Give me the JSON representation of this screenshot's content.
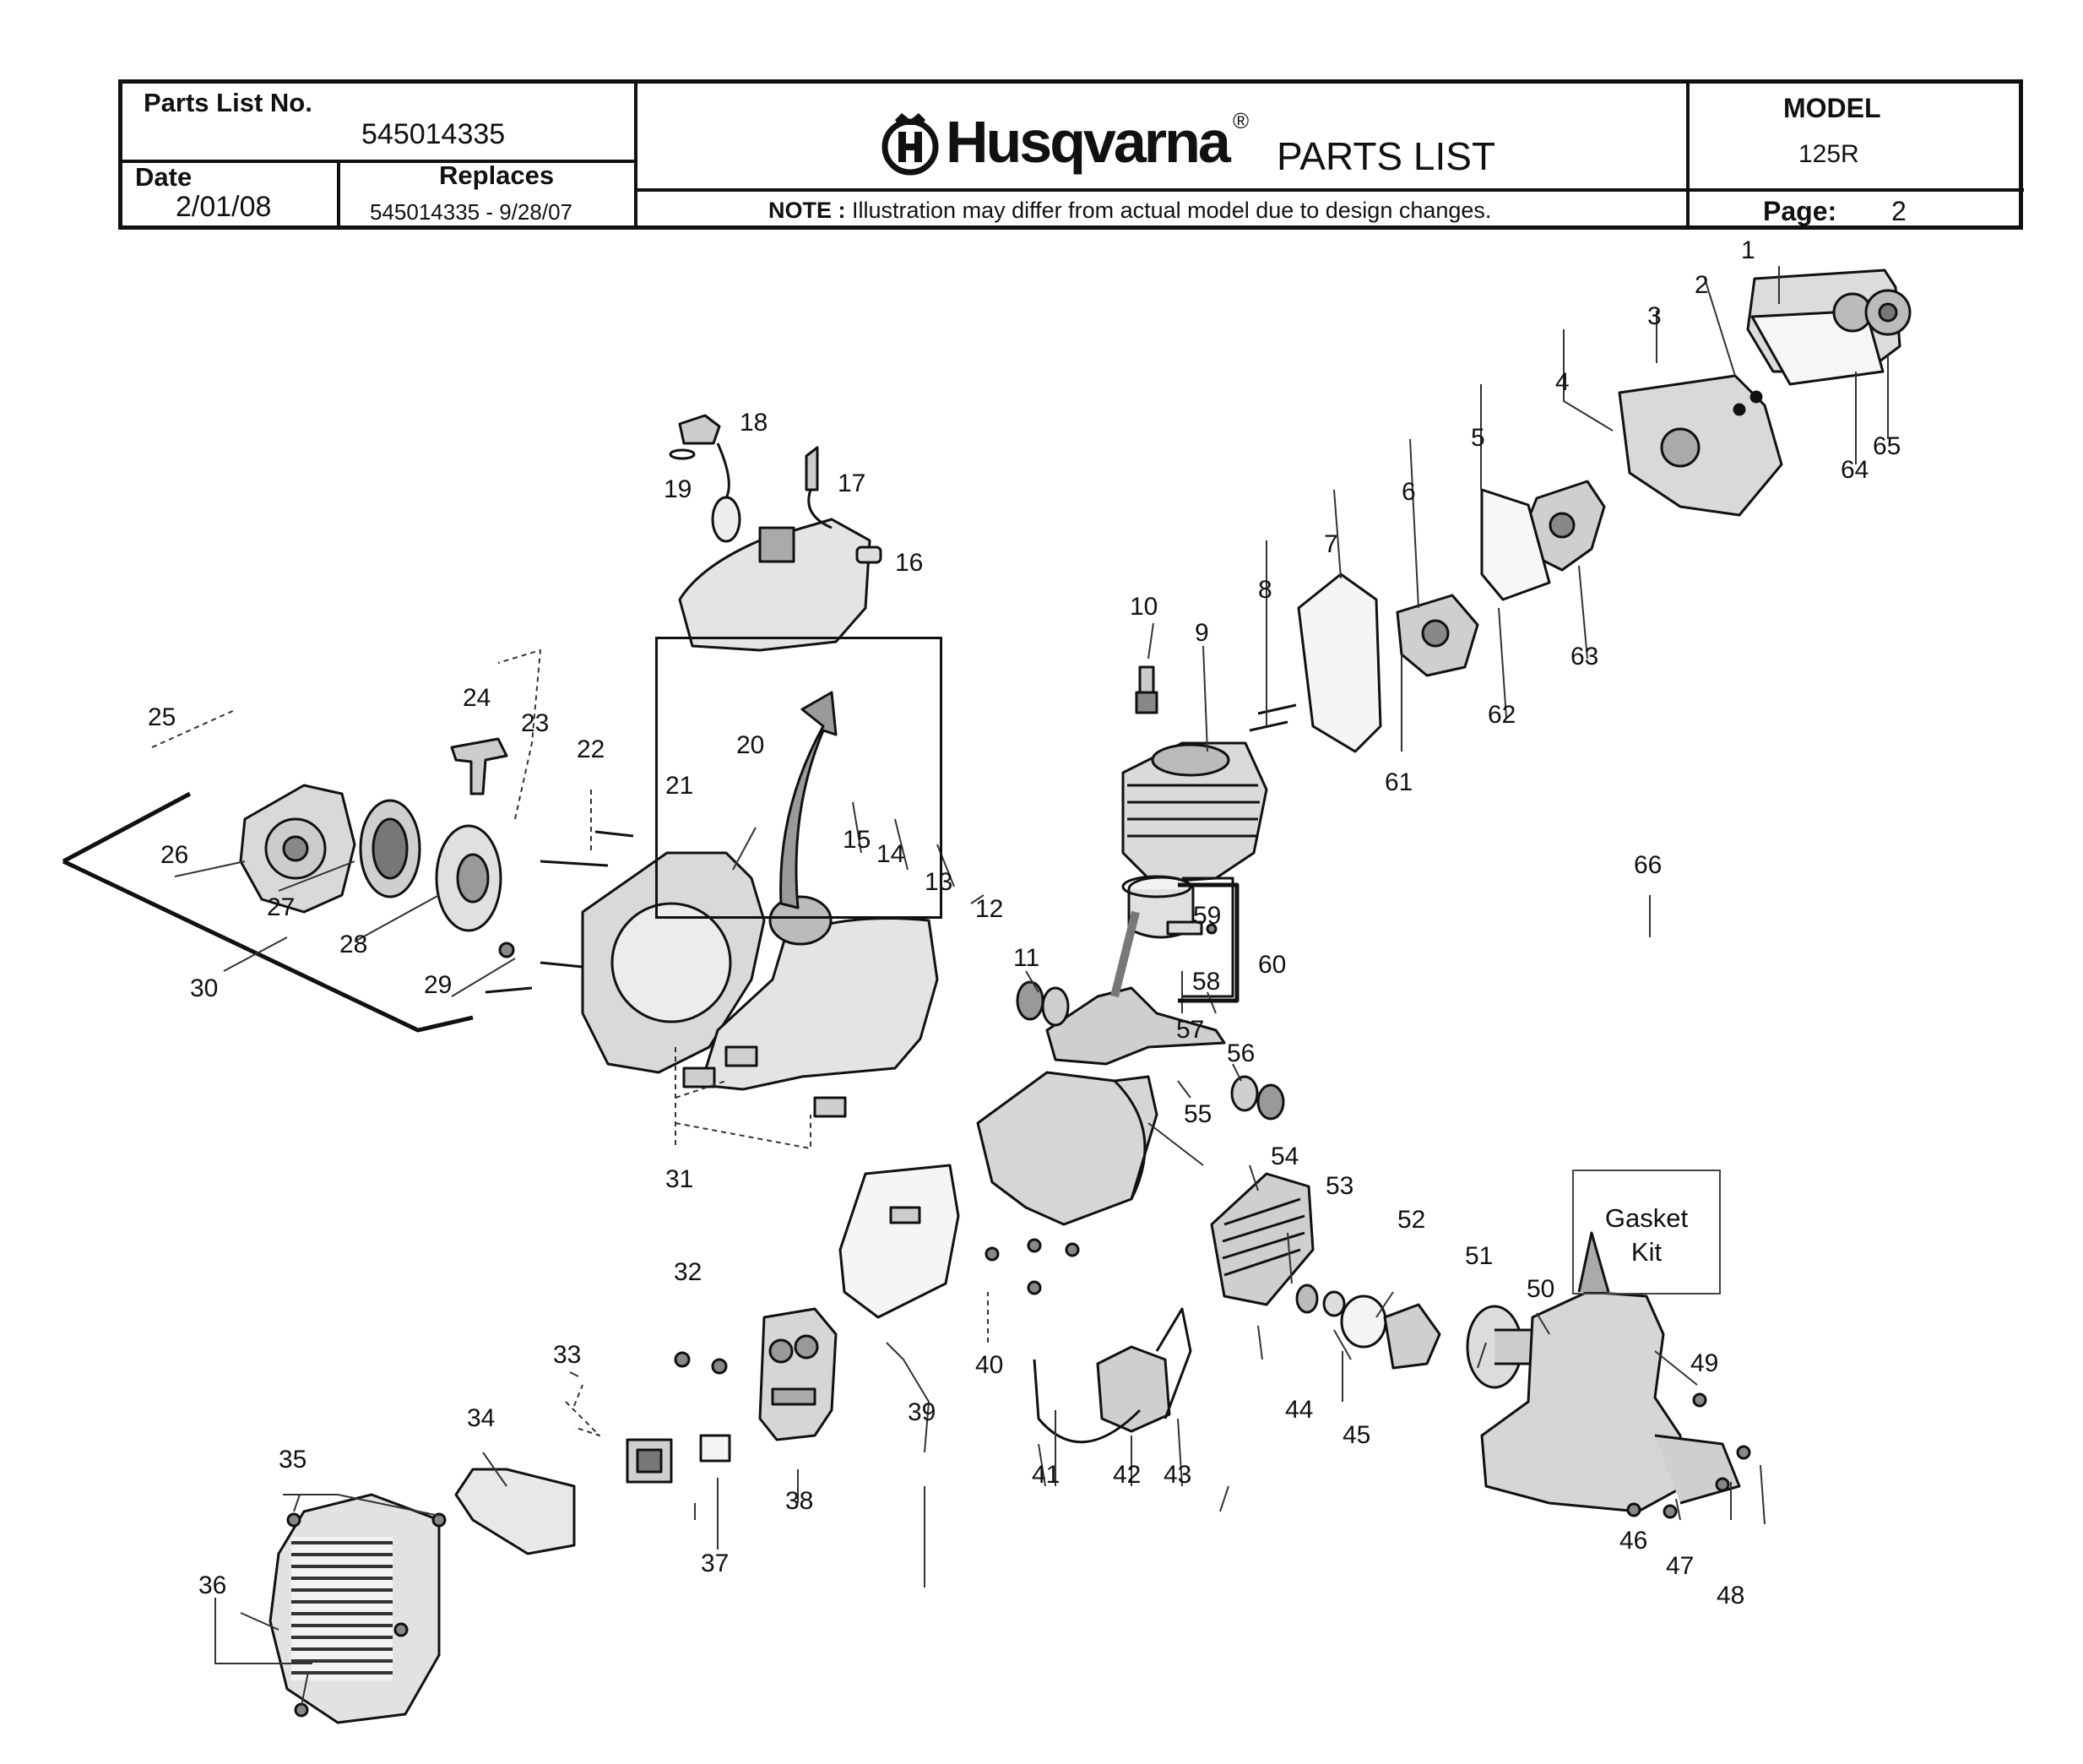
{
  "header": {
    "parts_list_label": "Parts List No.",
    "parts_list_number": "545014335",
    "date_label": "Date",
    "date_value": "2/01/08",
    "replaces_label": "Replaces",
    "replaces_value": "545014335 - 9/28/07",
    "brand": "Husqvarna",
    "registered_mark": "®",
    "document_title": "PARTS LIST",
    "note_label": "NOTE :",
    "note_text": "Illustration may differ from actual model due to design changes.",
    "model_label": "MODEL",
    "model_value": "125R",
    "page_label": "Page:",
    "page_value": "2"
  },
  "diagram": {
    "callouts": [
      "1",
      "2",
      "3",
      "4",
      "5",
      "6",
      "7",
      "8",
      "9",
      "10",
      "11",
      "12",
      "13",
      "14",
      "15",
      "16",
      "17",
      "18",
      "19",
      "20",
      "21",
      "22",
      "23",
      "24",
      "25",
      "26",
      "27",
      "28",
      "29",
      "30",
      "31",
      "32",
      "33",
      "34",
      "35",
      "36",
      "37",
      "38",
      "39",
      "40",
      "41",
      "42",
      "43",
      "44",
      "45",
      "46",
      "47",
      "48",
      "49",
      "50",
      "51",
      "52",
      "53",
      "54",
      "55",
      "56",
      "57",
      "58",
      "59",
      "60",
      "61",
      "62",
      "63",
      "64",
      "65",
      "66"
    ],
    "kit_label_line1": "Gasket",
    "kit_label_line2": "Kit"
  },
  "colors": {
    "ink": "#111111",
    "part_fill": "#e8e8e8",
    "part_shade": "#9a9a9a"
  }
}
